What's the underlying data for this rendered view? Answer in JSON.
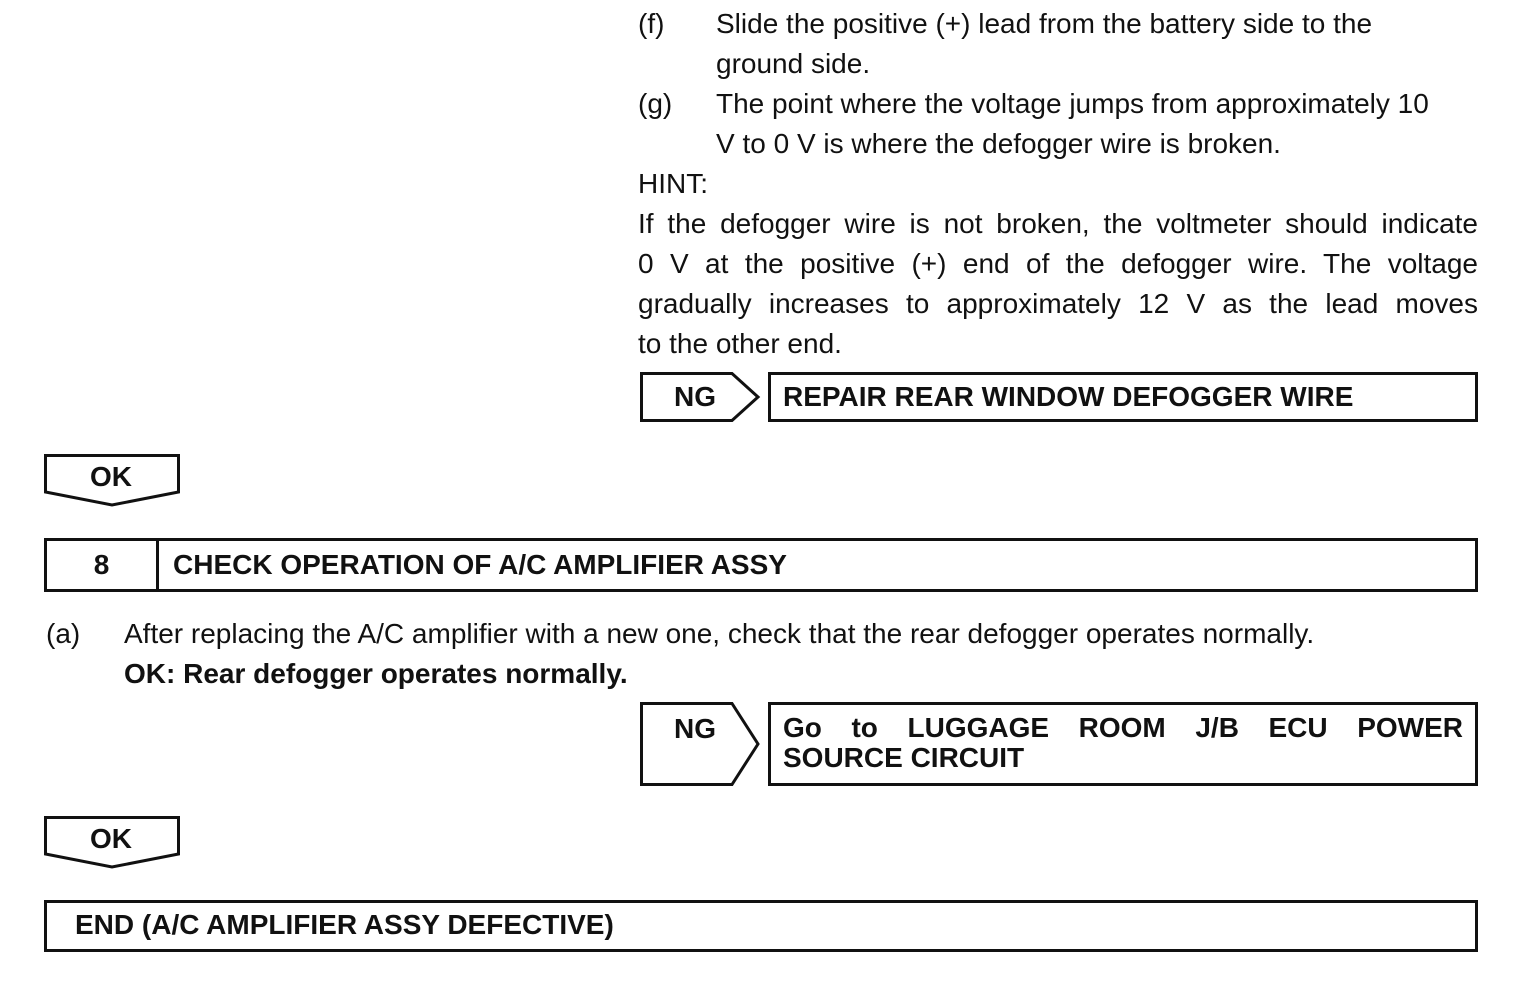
{
  "step_f": {
    "label": "(f)",
    "line1": "Slide the positive (+) lead from the battery side to the",
    "line2": "ground side."
  },
  "step_g": {
    "label": "(g)",
    "line1": "The point where the voltage jumps from approximately 10",
    "line2": "V to 0 V is where the defogger wire is broken."
  },
  "hint": {
    "label": "HINT:",
    "lines": [
      "If the defogger wire is not broken, the voltmeter should indicate",
      "0 V at the positive (+) end of the defogger wire. The voltage",
      "gradually increases to approximately 12 V as the lead moves",
      "to the other end."
    ]
  },
  "ng1": {
    "label": "NG",
    "action": "REPAIR REAR WINDOW DEFOGGER WIRE"
  },
  "ok1": {
    "label": "OK"
  },
  "step8": {
    "number": "8",
    "title": "CHECK OPERATION OF A/C AMPLIFIER ASSY"
  },
  "step_a": {
    "label": "(a)",
    "text": "After replacing the A/C amplifier with a new one, check that the rear defogger operates normally.",
    "ok_text": "OK: Rear defogger operates normally."
  },
  "ng2": {
    "label": "NG",
    "action_line1": "Go to LUGGAGE ROOM J/B ECU POWER",
    "action_line2": "SOURCE CIRCUIT"
  },
  "ok2": {
    "label": "OK"
  },
  "end": {
    "text": "END (A/C AMPLIFIER ASSY DEFECTIVE)"
  }
}
